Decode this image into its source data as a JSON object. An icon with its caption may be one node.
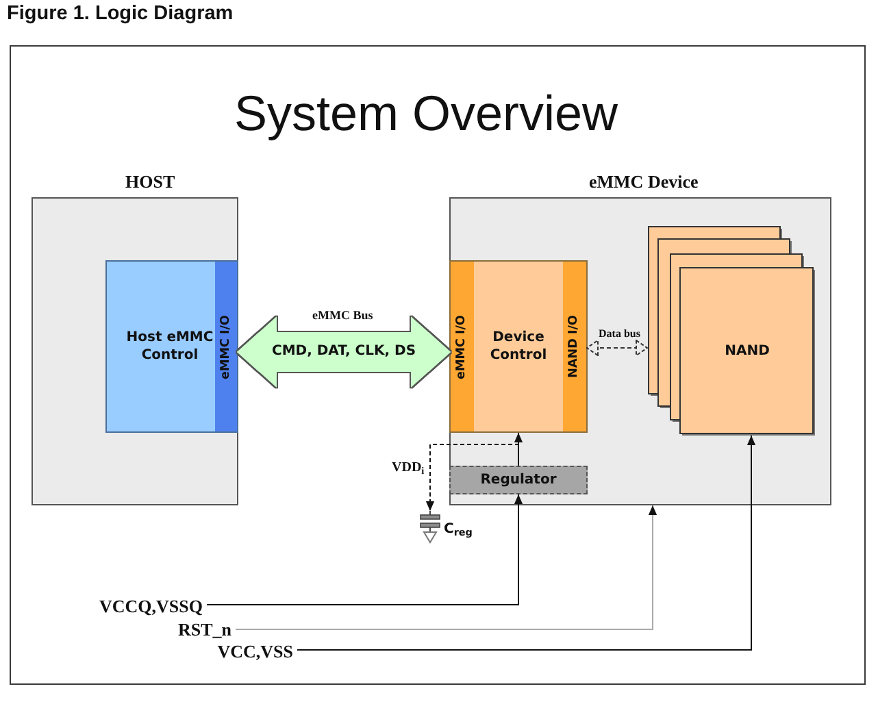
{
  "diagram": {
    "title": "System Overview",
    "caption": "Figure 1. Logic Diagram",
    "nodes": [
      {
        "text": [
          "HOST"
        ]
      },
      {
        "text": [
          "Host eMMC Control"
        ],
        "in": 0
      },
      {
        "text": [
          "eMMC I/O"
        ],
        "in": 1
      },
      {
        "text": [
          "eMMC Device"
        ]
      },
      {
        "text": [
          "Device Control"
        ],
        "in": 3
      },
      {
        "text": [
          "eMMC I/O"
        ],
        "in": 4
      },
      {
        "text": [
          "NAND I/O"
        ],
        "in": 4
      },
      {
        "text": [
          "NAND"
        ],
        "in": 3
      },
      {
        "text": [
          "Regulator"
        ],
        "in": 3
      },
      {
        "text": [],
        "shape": "capacitor",
        "beside": [
          "C$_{reg}$"
        ]
      },
      {
        "text": [
          "VCCQ,VSSQ"
        ]
      },
      {
        "text": [
          "RST_n"
        ]
      },
      {
        "text": [
          "VCC,VSS"
        ]
      }
    ],
    "edges": [
      {
        "from": 2,
        "to": 5,
        "arrow": "both",
        "label": "CMD, DAT, CLK, DS",
        "style": "thick",
        "color": "#ccffcc"
      },
      {
        "from": 6,
        "to": 7,
        "arrow": "both",
        "label": "Data bus",
        "style": "dashed"
      },
      {
        "from": 8,
        "to": 4,
        "arrow": "to"
      },
      {
        "from": 8,
        "to": 9,
        "arrow": "to",
        "label": "VDD$_{i}$",
        "style": "dashed"
      },
      {
        "from": 10,
        "to": 8,
        "arrow": "to"
      },
      {
        "from": 11,
        "to": 3,
        "arrow": "to",
        "color": "#aaaaaa"
      },
      {
        "from": 12,
        "to": 7,
        "arrow": "to"
      }
    ],
    "labels": [
      "eMMC Bus"
    ]
  }
}
